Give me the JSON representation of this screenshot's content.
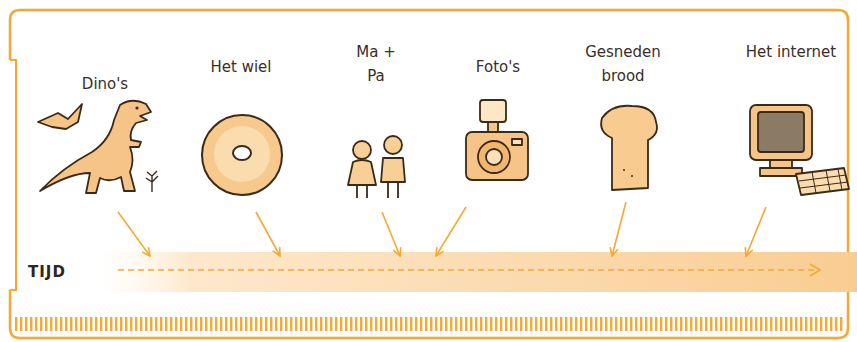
{
  "diagram": {
    "nodes": [
      {
        "text": [
          "Dino's"
        ]
      },
      {
        "text": [
          "Het wiel"
        ]
      },
      {
        "text": [
          "Ma + Pa"
        ]
      },
      {
        "text": [
          "Foto's"
        ]
      },
      {
        "text": [
          "Gesneden brood"
        ]
      },
      {
        "text": [
          "Het internet"
        ]
      },
      {
        "text": [
          "TIJD"
        ]
      }
    ],
    "edges": [
      {
        "from": 0,
        "to": 6,
        "arrow": "to"
      },
      {
        "from": 1,
        "to": 6,
        "arrow": "to"
      },
      {
        "from": 2,
        "to": 6,
        "arrow": "to"
      },
      {
        "from": 3,
        "to": 6,
        "arrow": "to"
      },
      {
        "from": 4,
        "to": 6,
        "arrow": "to"
      },
      {
        "from": 5,
        "to": 6,
        "arrow": "to"
      }
    ]
  }
}
